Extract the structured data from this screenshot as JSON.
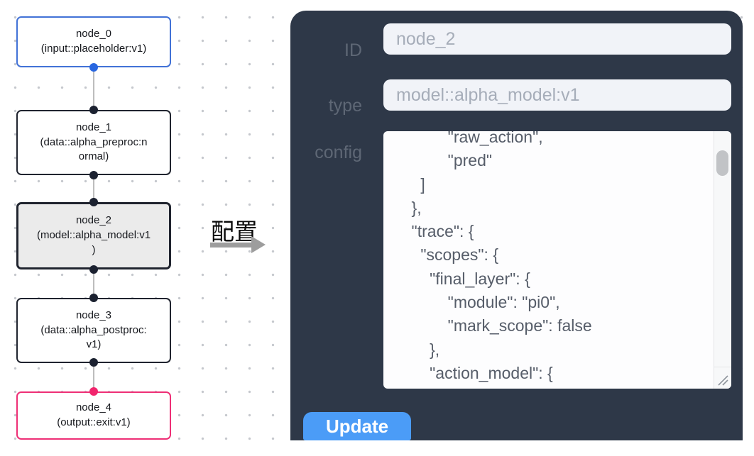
{
  "canvas": {
    "nodes": [
      {
        "id": "node_0",
        "type": "input::placeholder:v1",
        "label_lines": [
          "node_0",
          "(input::placeholder:v1)"
        ],
        "border_color": "#4272d7",
        "selected": false
      },
      {
        "id": "node_1",
        "type": "data::alpha_preproc:normal",
        "label_lines": [
          "node_1",
          "(data::alpha_preproc:n",
          "ormal)"
        ],
        "border_color": "#20242f",
        "selected": false
      },
      {
        "id": "node_2",
        "type": "model::alpha_model:v1",
        "label_lines": [
          "node_2",
          "(model::alpha_model:v1",
          ")"
        ],
        "border_color": "#20242f",
        "selected": true
      },
      {
        "id": "node_3",
        "type": "data::alpha_postproc:v1",
        "label_lines": [
          "node_3",
          "(data::alpha_postproc:",
          "v1)"
        ],
        "border_color": "#20242f",
        "selected": false
      },
      {
        "id": "node_4",
        "type": "output::exit:v1",
        "label_lines": [
          "node_4",
          "(output::exit:v1)"
        ],
        "border_color": "#ee2f76",
        "selected": false
      }
    ],
    "port_colors": {
      "input_top": "#2866e0",
      "default": "#1b2130",
      "output": "#f1256d"
    }
  },
  "transition": {
    "label": "配置",
    "arrow_color": "#9d9d9d"
  },
  "panel": {
    "background": "#2e3848",
    "fields": [
      {
        "label": "ID",
        "value": "node_2"
      },
      {
        "label": "type",
        "value": "model::alpha_model:v1"
      },
      {
        "label": "config",
        "value": "            \"raw_action\",\n            \"pred\"\n      ]\n    },\n    \"trace\": {\n      \"scopes\": {\n        \"final_layer\": {\n            \"module\": \"pi0\",\n            \"mark_scope\": false\n        },\n        \"action_model\": {"
      }
    ],
    "update_label": "Update",
    "update_color": "#4b9cf7"
  }
}
